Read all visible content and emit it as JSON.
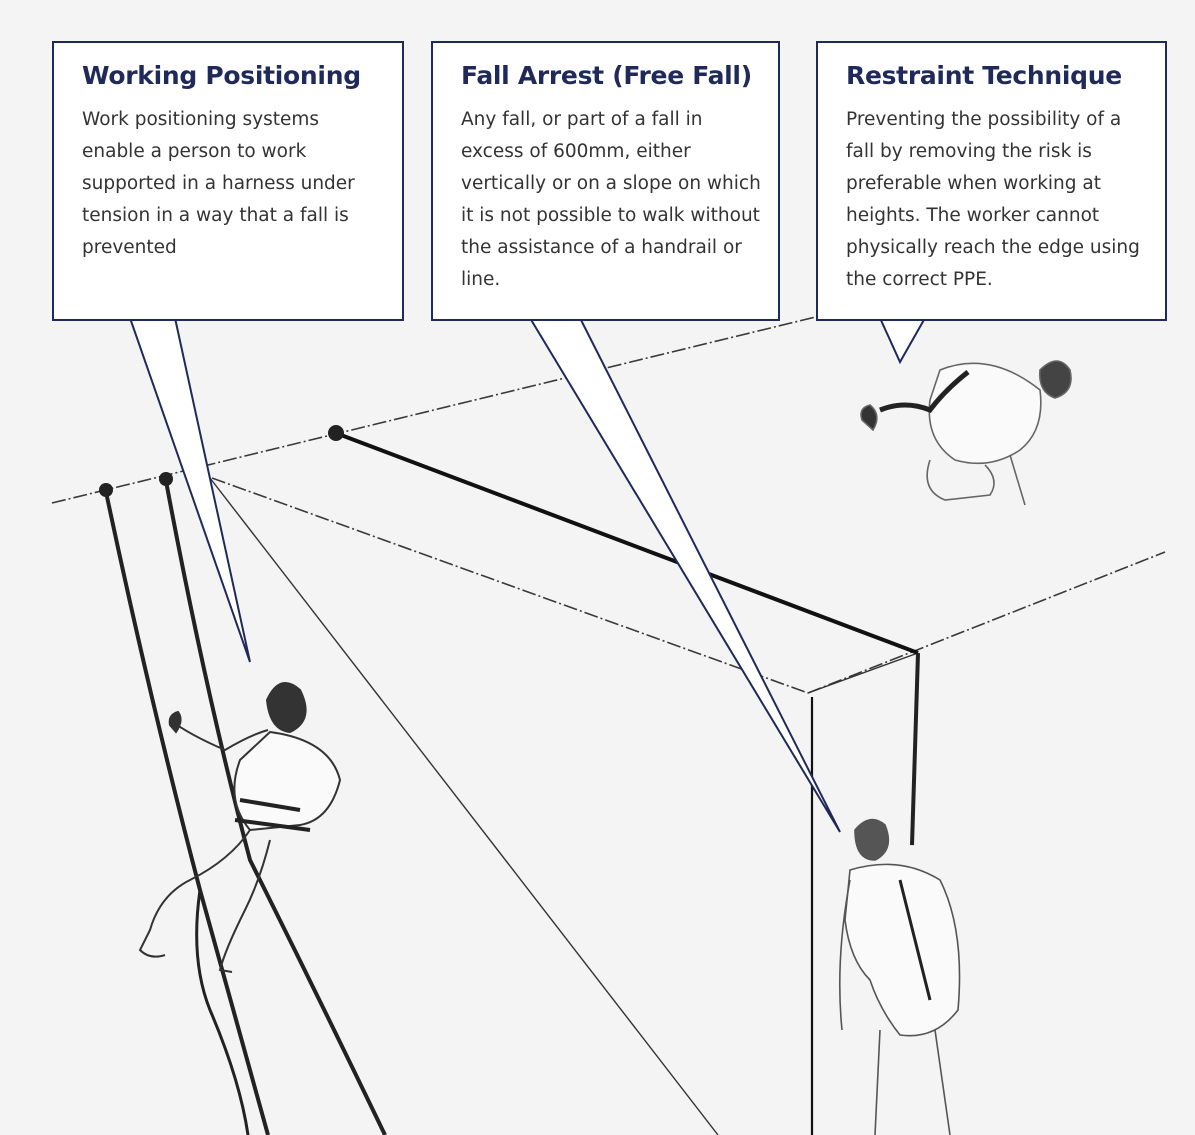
{
  "callouts": [
    {
      "title": "Working Positioning",
      "text": "Work positioning systems enable a person to work supported in a harness under tension in a way that a fall is prevented"
    },
    {
      "title": "Fall Arrest (Free Fall)",
      "text": "Any fall, or part of a fall in excess of 600mm, either vertically or on a slope on which it is not possible to walk without the assistance of a handrail or line."
    },
    {
      "title": "Restraint Technique",
      "text": "Preventing the possibility of a fall by removing the risk is preferable when working at heights. The worker cannot physically reach the edge using the correct PPE."
    }
  ],
  "colors": {
    "background": "#f4f4f4",
    "callout_border": "#1f2a5a",
    "callout_title": "#1f2a5a",
    "callout_text": "#333333",
    "line_art": "#222222"
  }
}
